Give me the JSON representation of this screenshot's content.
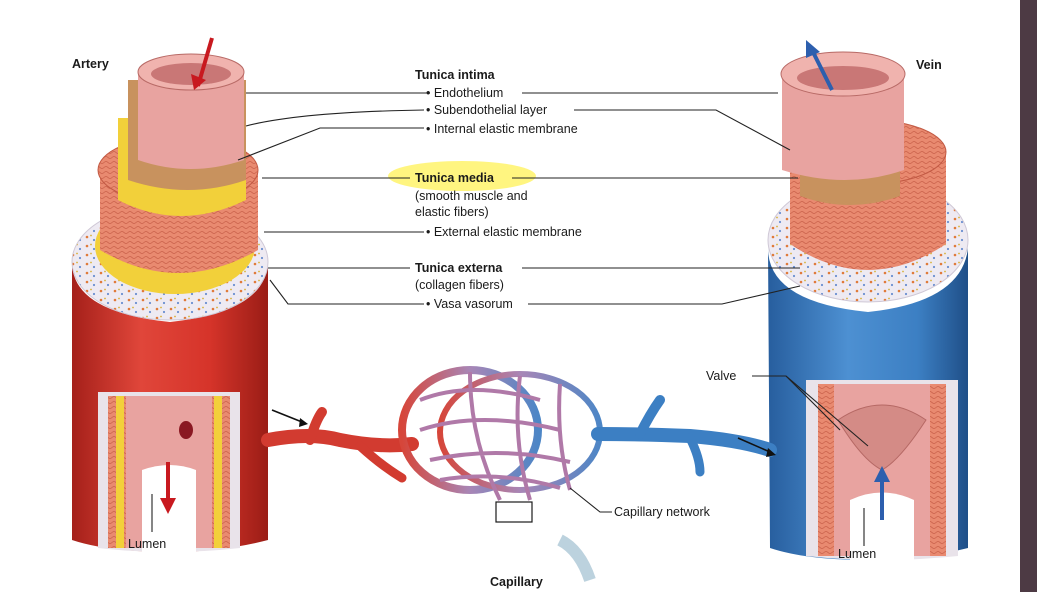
{
  "titles": {
    "artery": "Artery",
    "vein": "Vein",
    "capillary": "Capillary"
  },
  "labels": {
    "tunica_intima": "Tunica intima",
    "endothelium": "• Endothelium",
    "subendothelial": "• Subendothelial layer",
    "internal_elastic": "• Internal elastic membrane",
    "tunica_media": "Tunica media",
    "media_desc_1": "(smooth muscle and",
    "media_desc_2": "elastic fibers)",
    "external_elastic": "• External elastic membrane",
    "tunica_externa": "Tunica externa",
    "externa_desc": "(collagen fibers)",
    "vasa_vasorum": "• Vasa vasorum",
    "valve": "Valve",
    "capillary_network": "Capillary network",
    "lumen_artery": "Lumen",
    "lumen_vein": "Lumen"
  },
  "colors": {
    "artery_red": "#d6342a",
    "vein_blue": "#3c7fc3",
    "highlight": "#fff36a",
    "intima_pink": "#e8a3a0",
    "subendo_tan": "#c8925e",
    "elastic_yellow": "#f2d03a",
    "media_salmon": "#e88a6e",
    "externa_white": "#ece9ef",
    "sidebar": "#4d3a44"
  },
  "icons": [
    "blood-flow-arrow-icon",
    "flow-direction-arrow-icon"
  ]
}
